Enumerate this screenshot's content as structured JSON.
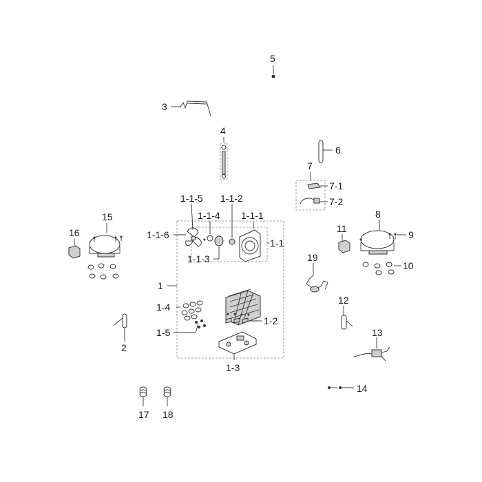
{
  "labels": {
    "p5": "5",
    "p3": "3",
    "p4": "4",
    "p6": "6",
    "p7": "7",
    "p7_1": "7-1",
    "p7_2": "7-2",
    "p1_1_5": "1-1-5",
    "p1_1_2": "1-1-2",
    "p1_1_4": "1-1-4",
    "p1_1_1": "1-1-1",
    "p1_1_6": "1-1-6",
    "p1_1": "1-1",
    "p1_1_3": "1-1-3",
    "p15": "15",
    "p16": "16",
    "p11": "11",
    "p8": "8",
    "p9": "9",
    "p10": "10",
    "p19": "19",
    "p1": "1",
    "p1_4": "1-4",
    "p1_5": "1-5",
    "p1_2": "1-2",
    "p1_3": "1-3",
    "p12": "12",
    "p2": "2",
    "p13": "13",
    "p14": "14",
    "p17": "17",
    "p18": "18"
  }
}
